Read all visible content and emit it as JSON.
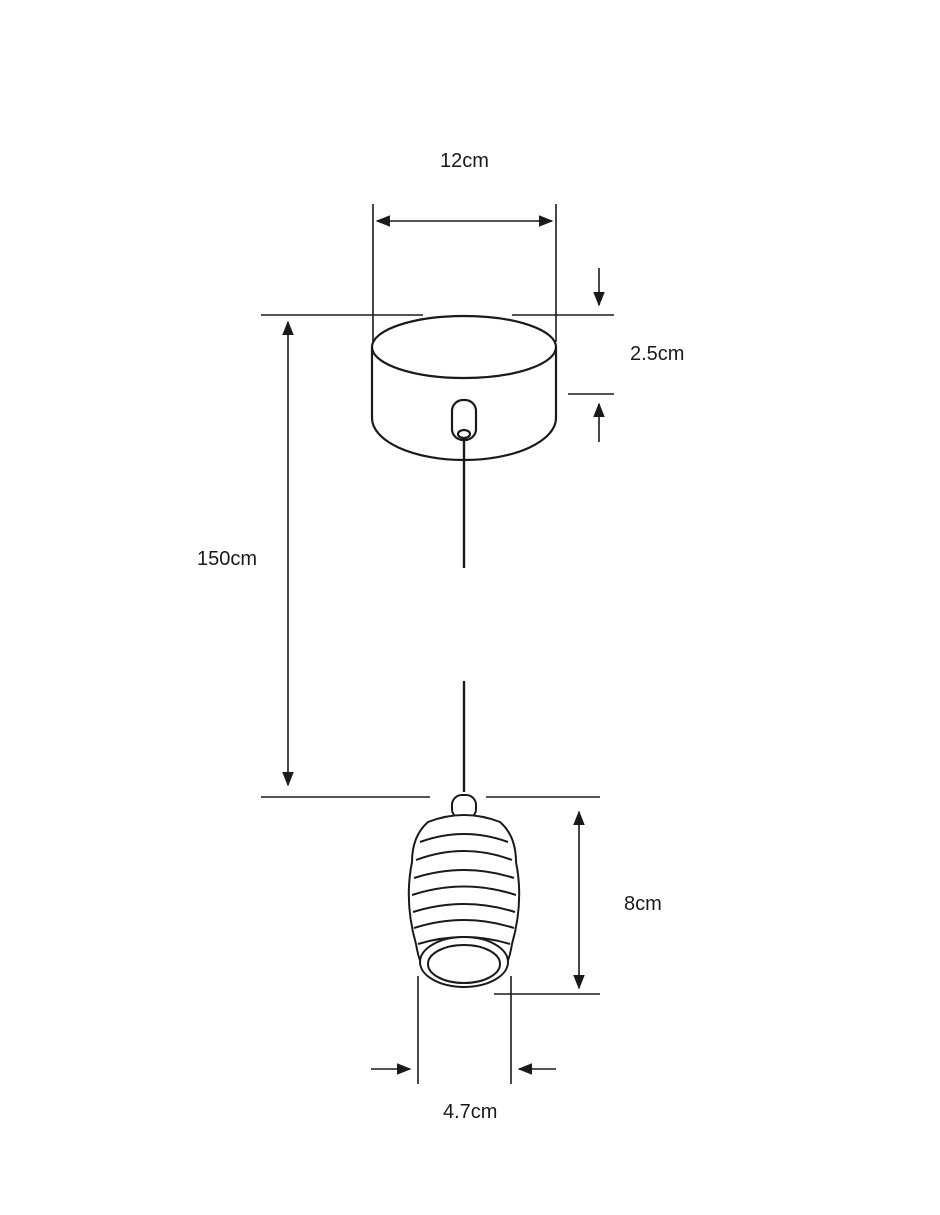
{
  "diagram": {
    "dimensions": {
      "canopy_width": "12cm",
      "canopy_height": "2.5cm",
      "cable_length": "150cm",
      "shade_height": "8cm",
      "shade_width": "4.7cm"
    }
  }
}
